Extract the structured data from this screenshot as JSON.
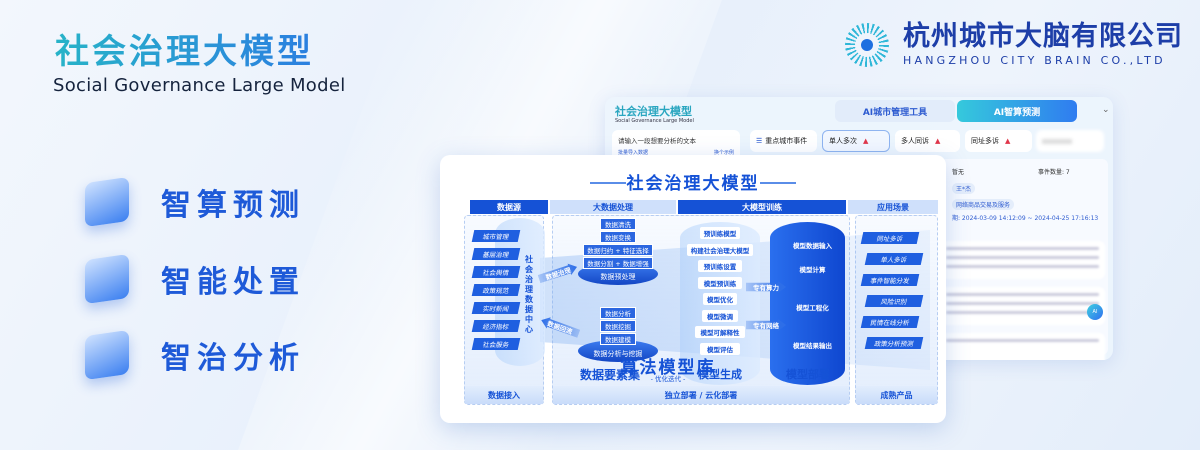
{
  "hero": {
    "title": "社会治理大模型",
    "subtitle": "Social Governance Large Model"
  },
  "features": [
    {
      "label": "智算预测",
      "icon": "shield-cube-icon"
    },
    {
      "label": "智能处置",
      "icon": "stacked-disks-icon"
    },
    {
      "label": "智治分析",
      "icon": "document-stack-icon"
    }
  ],
  "logo": {
    "cn": "杭州城市大脑有限公司",
    "en": "HANGZHOU CITY BRAIN CO.,LTD"
  },
  "app": {
    "title": "社会治理大模型",
    "subtitle": "Social Governance Large Model",
    "tabs": [
      "AI城市管理工具",
      "AI智算预测"
    ],
    "input": {
      "placeholder": "请输入一段想要分析的文本",
      "import": "批量导入数据",
      "example": "换个示例"
    },
    "chips": [
      "重点城市事件",
      "单人多次",
      "多人同诉",
      "同址多诉"
    ],
    "panel": {
      "status": "暂无",
      "count_label": "事件数量: 7",
      "person": "王*杰",
      "category": "网络商品交易及服务",
      "range": "期: 2024-03-09 14:12:09 ~ 2024-04-25 17:16:13",
      "ai": "AI"
    }
  },
  "diagram": {
    "title": "社会治理大模型",
    "stages": [
      "数据源",
      "大数据处理",
      "大模型训练",
      "应用场景"
    ],
    "sources": [
      "城市管理",
      "基层治理",
      "社会舆情",
      "政策规范",
      "实时新闻",
      "经济指标",
      "社会服务"
    ],
    "center": "社会治理数据中心",
    "flow_in": "数据治理",
    "flow_back": "数据回流",
    "preprocess": [
      "数据清洗",
      "数据变换",
      "数据归约 + 特征选择",
      "数据分割 + 数据增强"
    ],
    "preprocess_disk": "数据预处理",
    "analysis": [
      "数据分析",
      "数据挖掘",
      "数据建模"
    ],
    "analysis_disk": "数据分析与挖掘",
    "element_set": "数据要素集",
    "algo_lib": "算法模型库",
    "algo_sub": "- 优化迭代 -",
    "training": [
      "预训练模型",
      "构建社会治理大模型",
      "预训练设置",
      "模型预训练",
      "模型优化",
      "模型微调",
      "模型可解释性",
      "模型评估"
    ],
    "model_gen": "模型生成",
    "links": [
      "专有算力",
      "专有网络"
    ],
    "deploy": [
      "模型数据输入",
      "模型计算",
      "模型工程化",
      "模型结果输出"
    ],
    "deploy_label": "模型部署",
    "apps": [
      "同址多诉",
      "单人多诉",
      "事件智能分发",
      "风险识别",
      "民情在线分析",
      "政策分析预测"
    ],
    "footers": [
      "数据接入",
      "独立部署 / 云化部署",
      "成熟产品"
    ]
  }
}
